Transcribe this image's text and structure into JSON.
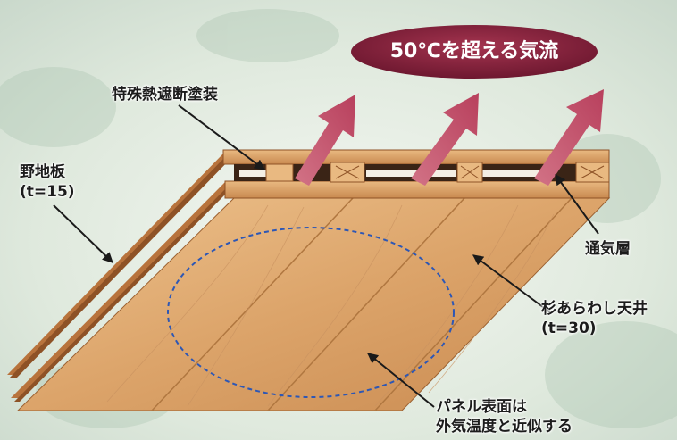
{
  "colors": {
    "background": "#e8efe6",
    "badge": "#8a2340",
    "arrow": "#c0566e",
    "wood_light": "#e3b27a",
    "wood_dark": "#b8733c",
    "dashed_circle": "#2d57b5"
  },
  "airflow_badge": {
    "text": "50℃を超える気流"
  },
  "labels": {
    "heat_shield_coating": "特殊熱遮断塗装",
    "nojiita": {
      "name": "野地板",
      "thickness": "(t=15)"
    },
    "ventilation_layer": "通気層",
    "cedar_ceiling": {
      "name": "杉あらわし天井",
      "thickness": "(t=30)"
    },
    "panel_surface": {
      "line1": "パネル表面は",
      "line2": "外気温度と近似する"
    }
  }
}
